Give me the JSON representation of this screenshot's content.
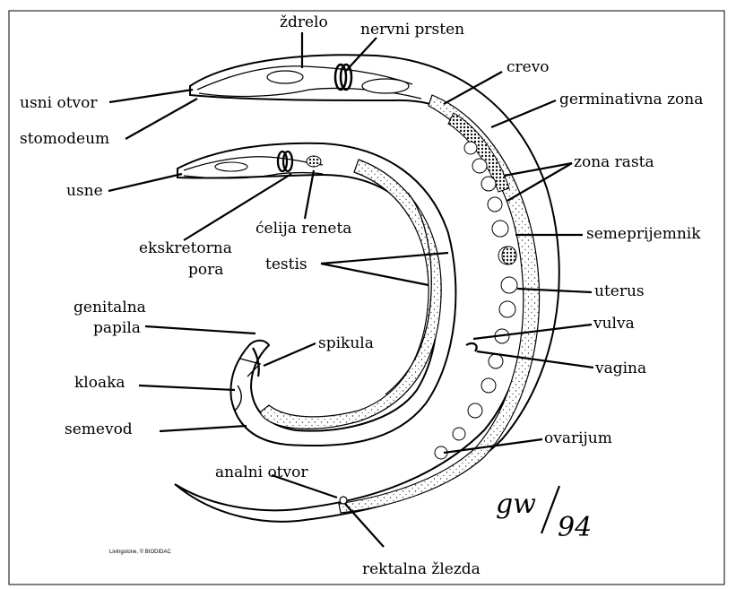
{
  "labels": {
    "zdrelo": "ždrelo",
    "nervni_prsten": "nervni prsten",
    "crevo": "crevo",
    "usni_otvor": "usni otvor",
    "germinativna_zona": "germinativna zona",
    "stomodeum": "stomodeum",
    "zona_rasta": "zona rasta",
    "usne": "usne",
    "celija_reneta": "ćelija reneta",
    "semeprijemnik": "semeprijemnik",
    "ekskretorna": "ekskretorna",
    "pora": "pora",
    "testis": "testis",
    "uterus": "uterus",
    "genitalna": "genitalna",
    "papila": "papila",
    "vulva": "vulva",
    "spikula": "spikula",
    "kloaka": "kloaka",
    "vagina": "vagina",
    "semevod": "semevod",
    "ovarijum": "ovarijum",
    "analni_otvor": "analni otvor",
    "rektalna_zlezda": "rektalna žlezda"
  },
  "credit": "Livingstone, © BIODIDAC",
  "signature": {
    "initials": "gw",
    "year": "94"
  }
}
